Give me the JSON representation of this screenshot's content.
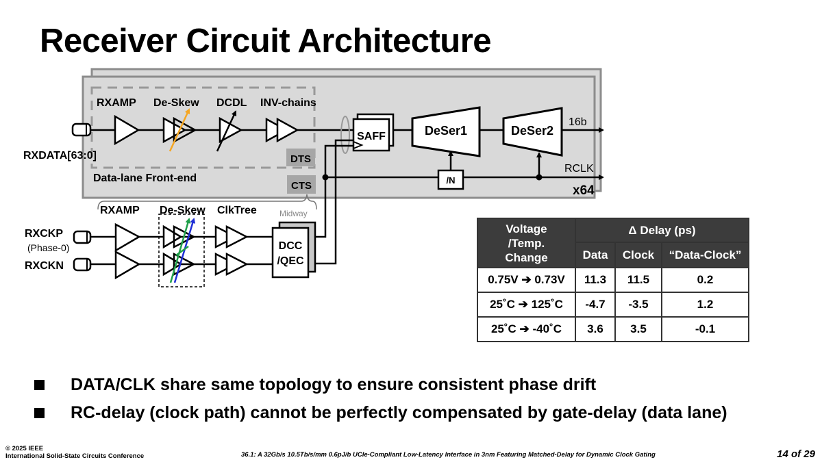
{
  "slide": {
    "title": "Receiver Circuit Architecture",
    "page_current": "14",
    "page_total": "29",
    "page_label": "14 of 29"
  },
  "diagram": {
    "data_lane": {
      "input_label": "RXDATA[63:0]",
      "front_end_label": "Data-lane Front-end",
      "stages": [
        "RXAMP",
        "De-Skew",
        "DCDL",
        "INV-chains"
      ],
      "dts_label": "DTS",
      "cts_label": "CTS",
      "saff_label": "SAFF",
      "deser1_label": "DeSer1",
      "deser2_label": "DeSer2",
      "divider_label": "/N",
      "output_label": "16b",
      "rclk_label": "RCLK",
      "multiplicity_label": "x64"
    },
    "clock_lane": {
      "stages": [
        "RXAMP",
        "De-Skew",
        "ClkTree"
      ],
      "midway_label": "Midway",
      "input_p_label": "RXCKP",
      "input_p_note": "(Phase-0)",
      "input_n_label": "RXCKN",
      "dcc_label_line1": "DCC",
      "dcc_label_line2": "/QEC"
    },
    "colors": {
      "panel_fill": "#d9d9d9",
      "panel_border": "#8c8c8c",
      "tag_fill": "#a6a6a6",
      "deskew_data_arrow": "#f5a623",
      "deskew_clk_arrow_green": "#21a04a",
      "deskew_clk_arrow_blue": "#1f2fd6"
    }
  },
  "table": {
    "row_header": [
      "Voltage",
      "/Temp.",
      "Change"
    ],
    "group_header": "Δ Delay (ps)",
    "columns": [
      "Data",
      "Clock",
      "“Data-Clock”"
    ],
    "rows": [
      {
        "condition": "0.75V ➔ 0.73V",
        "data": "11.3",
        "clock": "11.5",
        "diff": "0.2"
      },
      {
        "condition": "25˚C ➔ 125˚C",
        "data": "-4.7",
        "clock": "-3.5",
        "diff": "1.2"
      },
      {
        "condition": "25˚C ➔ -40˚C",
        "data": "3.6",
        "clock": "3.5",
        "diff": "-0.1"
      }
    ]
  },
  "bullets": [
    "DATA/CLK share same topology to ensure consistent phase drift",
    "RC-delay (clock path) cannot be perfectly compensated by gate-delay (data lane)"
  ],
  "footer": {
    "copyright": "© 2025 IEEE",
    "conference": "International Solid-State Circuits Conference",
    "paper": "36.1: A 32Gb/s 10.5Tb/s/mm 0.6pJ/b UCIe-Compliant Low-Latency Interface in 3nm Featuring Matched-Delay for Dynamic Clock Gating"
  }
}
